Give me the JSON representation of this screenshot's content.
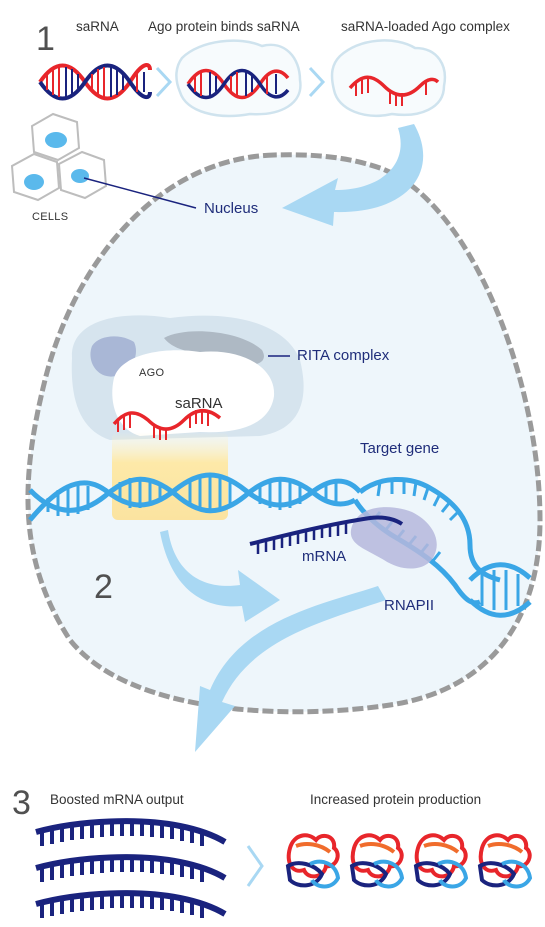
{
  "step1": {
    "number": "1",
    "label_sarna": "saRNA",
    "label_binds": "Ago protein binds saRNA",
    "label_loaded": "saRNA-loaded Ago complex"
  },
  "cells": {
    "label": "CELLS"
  },
  "nucleus": {
    "label": "Nucleus"
  },
  "step2": {
    "number": "2",
    "rita_complex": "RITA complex",
    "ago": "AGO",
    "sarna": "saRNA",
    "target_gene": "Target gene",
    "mrna": "mRNA",
    "rnapii": "RNAPII"
  },
  "step3": {
    "number": "3",
    "boosted": "Boosted mRNA output",
    "increased": "Increased protein production"
  },
  "colors": {
    "dna_blue": "#3aa6e6",
    "rna_red": "#e8262b",
    "navy": "#1a237e",
    "nucleus_fill": "#eef6fb",
    "arrow_blue": "#a9d8f3"
  }
}
